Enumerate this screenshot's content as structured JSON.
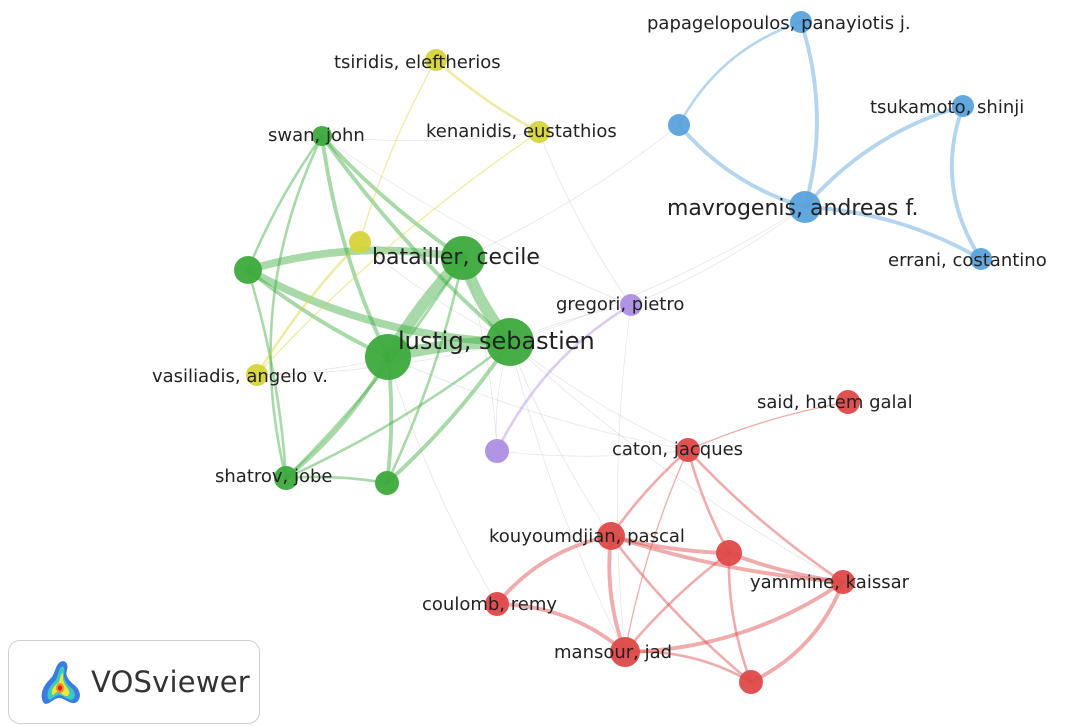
{
  "map": {
    "cluster_colors": {
      "green": "#3daa3d",
      "blue": "#5aa2dc",
      "yellow": "#d6d43a",
      "red": "#de4848",
      "purple": "#ae8ee4"
    },
    "nodes": [
      {
        "id": "bataillier",
        "label": "batailler, cecile",
        "cluster": "green",
        "weight": 22
      },
      {
        "id": "lustig",
        "label": "lustig, sebastien",
        "cluster": "green",
        "weight": 24
      },
      {
        "id": "g_left",
        "label": "",
        "cluster": "green",
        "weight": 14
      },
      {
        "id": "g_lustig2",
        "label": "",
        "cluster": "green",
        "weight": 23
      },
      {
        "id": "swan",
        "label": "swan, john",
        "cluster": "green",
        "weight": 10
      },
      {
        "id": "shatrov",
        "label": "shatrov, jobe",
        "cluster": "green",
        "weight": 12
      },
      {
        "id": "g_bottom",
        "label": "",
        "cluster": "green",
        "weight": 12
      },
      {
        "id": "tsiridis",
        "label": "tsiridis, eleftherios",
        "cluster": "yellow",
        "weight": 11
      },
      {
        "id": "kenanidis",
        "label": "kenanidis, eustathios",
        "cluster": "yellow",
        "weight": 11
      },
      {
        "id": "y_mid",
        "label": "",
        "cluster": "yellow",
        "weight": 11
      },
      {
        "id": "vasiliadis",
        "label": "vasiliadis, angelo v.",
        "cluster": "yellow",
        "weight": 11
      },
      {
        "id": "papagelopoulos",
        "label": "papagelopoulos, panayiotis j.",
        "cluster": "blue",
        "weight": 11
      },
      {
        "id": "b_left",
        "label": "",
        "cluster": "blue",
        "weight": 11
      },
      {
        "id": "tsukamoto",
        "label": "tsukamoto, shinji",
        "cluster": "blue",
        "weight": 11
      },
      {
        "id": "mavrogenis",
        "label": "mavrogenis, andreas f.",
        "cluster": "blue",
        "weight": 16
      },
      {
        "id": "errani",
        "label": "errani, costantino",
        "cluster": "blue",
        "weight": 11
      },
      {
        "id": "gregori",
        "label": "gregori, pietro",
        "cluster": "purple",
        "weight": 11
      },
      {
        "id": "p_bottom",
        "label": "",
        "cluster": "purple",
        "weight": 12
      },
      {
        "id": "said",
        "label": "said, hatem galal",
        "cluster": "red",
        "weight": 12
      },
      {
        "id": "caton",
        "label": "caton, jacques",
        "cluster": "red",
        "weight": 12
      },
      {
        "id": "kouyoumdjian",
        "label": "kouyoumdjian, pascal",
        "cluster": "red",
        "weight": 14
      },
      {
        "id": "r_right",
        "label": "",
        "cluster": "red",
        "weight": 13
      },
      {
        "id": "yammine",
        "label": "yammine, kaissar",
        "cluster": "red",
        "weight": 12
      },
      {
        "id": "coulomb",
        "label": "coulomb, remy",
        "cluster": "red",
        "weight": 12
      },
      {
        "id": "mansour",
        "label": "mansour, jad",
        "cluster": "red",
        "weight": 15
      },
      {
        "id": "r_bottom",
        "label": "",
        "cluster": "red",
        "weight": 12
      }
    ],
    "links": [
      {
        "source": "bataillier",
        "target": "lustig",
        "strength": 9
      },
      {
        "source": "bataillier",
        "target": "g_lustig2",
        "strength": 9
      },
      {
        "source": "lustig",
        "target": "g_lustig2",
        "strength": 9
      },
      {
        "source": "g_left",
        "target": "bataillier",
        "strength": 6
      },
      {
        "source": "g_left",
        "target": "lustig",
        "strength": 6
      },
      {
        "source": "g_left",
        "target": "g_lustig2",
        "strength": 3
      },
      {
        "source": "swan",
        "target": "bataillier",
        "strength": 3
      },
      {
        "source": "swan",
        "target": "lustig",
        "strength": 3
      },
      {
        "source": "swan",
        "target": "g_lustig2",
        "strength": 3
      },
      {
        "source": "swan",
        "target": "g_left",
        "strength": 2
      },
      {
        "source": "swan",
        "target": "shatrov",
        "strength": 2
      },
      {
        "source": "shatrov",
        "target": "g_lustig2",
        "strength": 3
      },
      {
        "source": "shatrov",
        "target": "lustig",
        "strength": 2
      },
      {
        "source": "shatrov",
        "target": "bataillier",
        "strength": 2
      },
      {
        "source": "shatrov",
        "target": "g_left",
        "strength": 2
      },
      {
        "source": "g_bottom",
        "target": "g_lustig2",
        "strength": 3
      },
      {
        "source": "g_bottom",
        "target": "lustig",
        "strength": 3
      },
      {
        "source": "g_bottom",
        "target": "bataillier",
        "strength": 2
      },
      {
        "source": "g_bottom",
        "target": "shatrov",
        "strength": 2
      },
      {
        "source": "tsiridis",
        "target": "kenanidis",
        "strength": 2
      },
      {
        "source": "tsiridis",
        "target": "y_mid",
        "strength": 1
      },
      {
        "source": "kenanidis",
        "target": "vasiliadis",
        "strength": 1
      },
      {
        "source": "y_mid",
        "target": "vasiliadis",
        "strength": 2
      },
      {
        "source": "y_mid",
        "target": "lustig",
        "strength": 2
      },
      {
        "source": "y_mid",
        "target": "bataillier",
        "strength": 1
      },
      {
        "source": "vasiliadis",
        "target": "g_lustig2",
        "strength": 1
      },
      {
        "source": "vasiliadis",
        "target": "lustig",
        "strength": 1
      },
      {
        "source": "papagelopoulos",
        "target": "mavrogenis",
        "strength": 3
      },
      {
        "source": "papagelopoulos",
        "target": "b_left",
        "strength": 2
      },
      {
        "source": "b_left",
        "target": "mavrogenis",
        "strength": 3
      },
      {
        "source": "tsukamoto",
        "target": "mavrogenis",
        "strength": 3
      },
      {
        "source": "tsukamoto",
        "target": "errani",
        "strength": 3
      },
      {
        "source": "mavrogenis",
        "target": "errani",
        "strength": 3
      },
      {
        "source": "gregori",
        "target": "lustig",
        "strength": 3
      },
      {
        "source": "gregori",
        "target": "p_bottom",
        "strength": 2
      },
      {
        "source": "p_bottom",
        "target": "lustig",
        "strength": 3
      },
      {
        "source": "p_bottom",
        "target": "bataillier",
        "strength": 2
      },
      {
        "source": "said",
        "target": "caton",
        "strength": 1
      },
      {
        "source": "caton",
        "target": "kouyoumdjian",
        "strength": 2
      },
      {
        "source": "caton",
        "target": "r_right",
        "strength": 2
      },
      {
        "source": "caton",
        "target": "mansour",
        "strength": 1
      },
      {
        "source": "caton",
        "target": "yammine",
        "strength": 2
      },
      {
        "source": "kouyoumdjian",
        "target": "coulomb",
        "strength": 3
      },
      {
        "source": "kouyoumdjian",
        "target": "mansour",
        "strength": 3
      },
      {
        "source": "kouyoumdjian",
        "target": "r_right",
        "strength": 3
      },
      {
        "source": "kouyoumdjian",
        "target": "yammine",
        "strength": 3
      },
      {
        "source": "r_right",
        "target": "yammine",
        "strength": 3
      },
      {
        "source": "r_right",
        "target": "mansour",
        "strength": 2
      },
      {
        "source": "r_right",
        "target": "r_bottom",
        "strength": 2
      },
      {
        "source": "yammine",
        "target": "mansour",
        "strength": 3
      },
      {
        "source": "yammine",
        "target": "r_bottom",
        "strength": 3
      },
      {
        "source": "coulomb",
        "target": "mansour",
        "strength": 3
      },
      {
        "source": "mansour",
        "target": "r_bottom",
        "strength": 2
      },
      {
        "source": "kouyoumdjian",
        "target": "r_bottom",
        "strength": 2
      },
      {
        "source": "lustig",
        "target": "mavrogenis",
        "strength": 1
      },
      {
        "source": "bataillier",
        "target": "b_left",
        "strength": 1
      },
      {
        "source": "lustig",
        "target": "caton",
        "strength": 1
      },
      {
        "source": "lustig",
        "target": "kouyoumdjian",
        "strength": 1
      },
      {
        "source": "lustig",
        "target": "mansour",
        "strength": 1
      },
      {
        "source": "lustig",
        "target": "yammine",
        "strength": 1
      },
      {
        "source": "g_lustig2",
        "target": "coulomb",
        "strength": 1
      },
      {
        "source": "g_lustig2",
        "target": "caton",
        "strength": 1
      },
      {
        "source": "kenanidis",
        "target": "gregori",
        "strength": 1
      },
      {
        "source": "gregori",
        "target": "mansour",
        "strength": 1
      },
      {
        "source": "p_bottom",
        "target": "caton",
        "strength": 1
      },
      {
        "source": "swan",
        "target": "kenanidis",
        "strength": 1
      },
      {
        "source": "swan",
        "target": "gregori",
        "strength": 1
      },
      {
        "source": "gregori",
        "target": "mavrogenis",
        "strength": 1
      }
    ]
  },
  "badge": {
    "product_name": "VOSviewer"
  }
}
